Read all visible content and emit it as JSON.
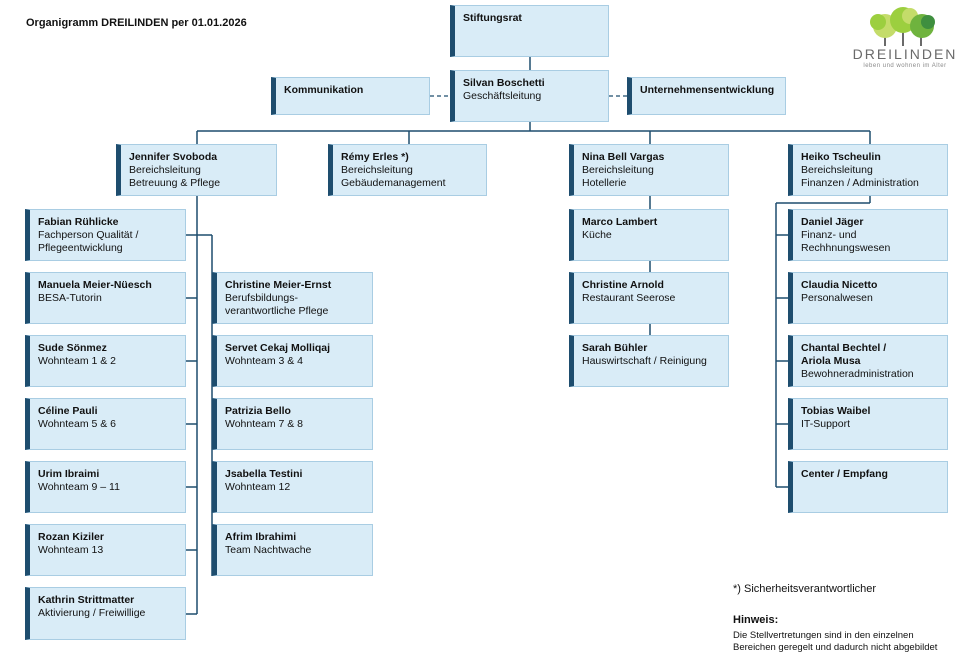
{
  "header": {
    "title": "Organigramm DREILINDEN per 01.01.2026"
  },
  "logo": {
    "text": "DREILINDEN",
    "subtitle": "leben und wohnen im Alter",
    "colors": [
      "#9ccf3f",
      "#6fb33e",
      "#c4dc6a",
      "#3f8f3f"
    ]
  },
  "colors": {
    "box_fill": "#d9ecf7",
    "box_border": "#a9cde3",
    "accent": "#1e4d6e"
  },
  "boxes": {
    "stiftungsrat": {
      "name": "Stiftungsrat",
      "role": ""
    },
    "ceo": {
      "name": "Silvan Boschetti",
      "role": "Geschäftsleitung"
    },
    "kommunikation": {
      "name": "Kommunikation",
      "role": ""
    },
    "unternehmensentwicklung": {
      "name": "Unternehmensentwicklung",
      "role": ""
    },
    "svoboda": {
      "name": "Jennifer Svoboda",
      "role": "Bereichsleitung\nBetreuung & Pflege"
    },
    "erles": {
      "name": "Rémy Erles *)",
      "role": "Bereichsleitung\nGebäudemanagement"
    },
    "vargas": {
      "name": "Nina Bell Vargas",
      "role": "Bereichsleitung\nHotellerie"
    },
    "tscheulin": {
      "name": "Heiko Tscheulin",
      "role": "Bereichsleitung\nFinanzen / Administration"
    },
    "ruehlicke": {
      "name": "Fabian Rühlicke",
      "role": "Fachperson Qualität /\nPflegeentwicklung"
    },
    "meier_nuesch": {
      "name": "Manuela Meier-Nüesch",
      "role": "BESA-Tutorin"
    },
    "soenmez": {
      "name": "Sude Sönmez",
      "role": "Wohnteam 1 & 2"
    },
    "pauli": {
      "name": "Céline Pauli",
      "role": "Wohnteam 5 & 6"
    },
    "ibraimi": {
      "name": "Urim Ibraimi",
      "role": "Wohnteam 9 – 11"
    },
    "kiziler": {
      "name": "Rozan Kiziler",
      "role": "Wohnteam 13"
    },
    "strittmatter": {
      "name": "Kathrin Strittmatter",
      "role": "Aktivierung / Freiwillige"
    },
    "meier_ernst": {
      "name": "Christine Meier-Ernst",
      "role": "Berufsbildungs-\nverantwortliche Pflege"
    },
    "molliqaj": {
      "name": "Servet Cekaj Molliqaj",
      "role": "Wohnteam 3 & 4"
    },
    "bello": {
      "name": "Patrizia Bello",
      "role": "Wohnteam 7 & 8"
    },
    "testini": {
      "name": "Jsabella Testini",
      "role": "Wohnteam 12"
    },
    "a_ibrahimi": {
      "name": "Afrim Ibrahimi",
      "role": "Team Nachtwache"
    },
    "lambert": {
      "name": "Marco Lambert",
      "role": "Küche"
    },
    "arnold": {
      "name": "Christine Arnold",
      "role": "Restaurant Seerose"
    },
    "buehler": {
      "name": "Sarah Bühler",
      "role": "Hauswirtschaft / Reinigung"
    },
    "jaeger": {
      "name": "Daniel Jäger",
      "role": "Finanz- und\nRechhnungswesen"
    },
    "nicetto": {
      "name": "Claudia Nicetto",
      "role": "Personalwesen"
    },
    "bechtel": {
      "name": "Chantal Bechtel /\nAriola Musa",
      "role": "Bewohneradministration"
    },
    "waibel": {
      "name": "Tobias Waibel",
      "role": "IT-Support"
    },
    "center": {
      "name": "Center / Empfang",
      "role": ""
    }
  },
  "footnote": "*) Sicherheitsverantwortlicher",
  "note": {
    "title": "Hinweis:",
    "text": "Die Stellvertretungen sind in den einzelnen\nBereichen geregelt und dadurch nicht abgebildet"
  }
}
